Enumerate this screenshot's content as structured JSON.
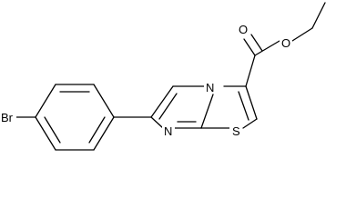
{
  "structure": {
    "atoms": {
      "bromine": "Br",
      "carbonyl_oxygen": "O",
      "ester_oxygen": "O",
      "ring_nitrogen_bridge": "N",
      "ring_nitrogen_imine": "N",
      "ring_sulfur": "S"
    },
    "colors": {
      "bond": "#000000",
      "label": "#000000",
      "background": "#ffffff"
    }
  }
}
